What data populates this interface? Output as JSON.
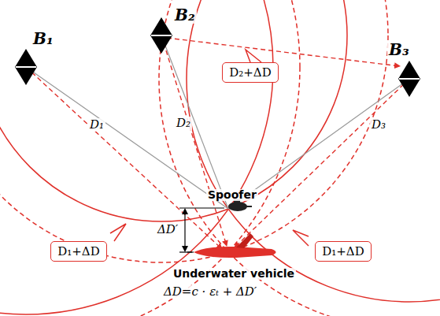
{
  "diagram": {
    "nodes": [
      {
        "text": [
          "D₂+ΔD"
        ]
      },
      {
        "text": [
          "D₁+ΔD"
        ]
      },
      {
        "text": [
          "D₁+ΔD"
        ]
      }
    ],
    "labels": [
      "B₁",
      "B₂",
      "B₃",
      "D₁",
      "D₂",
      "D₃",
      "Spoofer",
      "ΔD′",
      "Underwater vehicle",
      "ΔD=c · εₜ + ΔD′"
    ]
  }
}
